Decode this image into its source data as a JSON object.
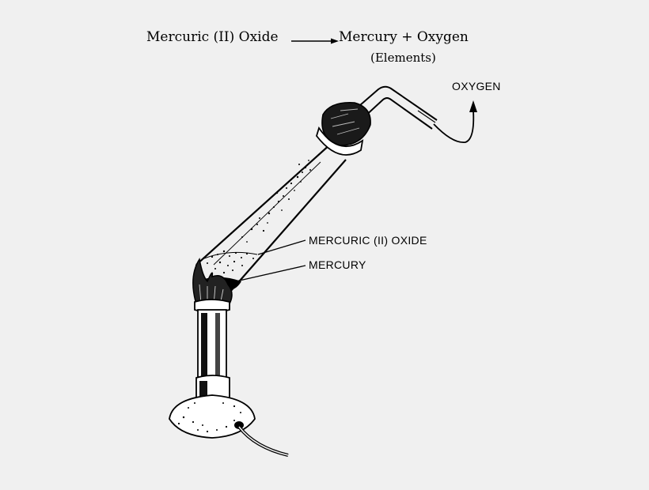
{
  "equation": {
    "reactant": "Mercuric (II) Oxide",
    "products": "Mercury + Oxygen",
    "products_note": "(Elements)"
  },
  "labels": {
    "oxygen": "OXYGEN",
    "mercuric_oxide": "MERCURIC (II) OXIDE",
    "mercury": "MERCURY"
  },
  "colors": {
    "background": "#f0f0f0",
    "ink": "#000000"
  }
}
